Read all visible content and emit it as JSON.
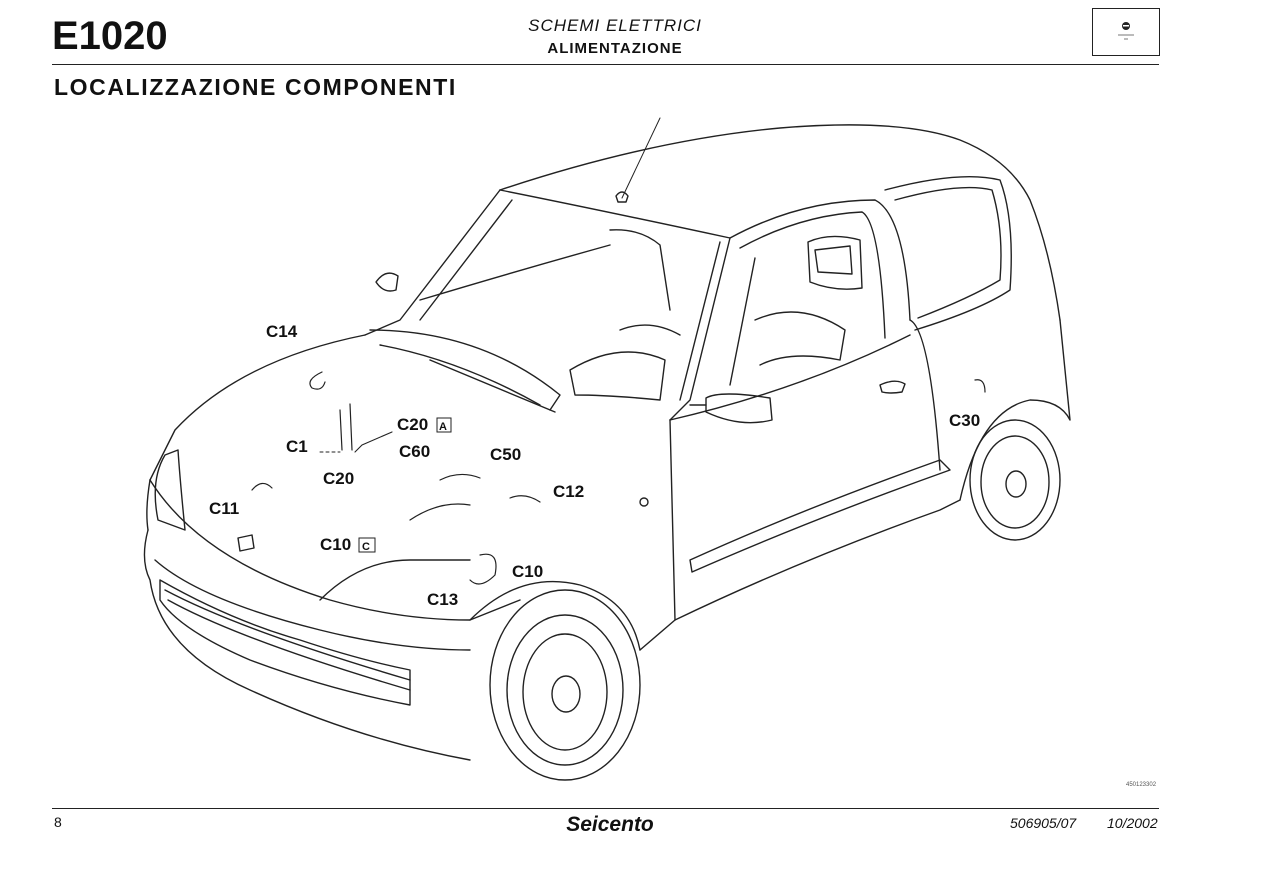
{
  "header": {
    "code": "E1020",
    "section": "SCHEMI ELETTRICI",
    "subsection": "ALIMENTAZIONE",
    "logo_icon": "fiat-emblem-icon"
  },
  "page_title": "LOCALIZZAZIONE COMPONENTI",
  "figure": {
    "subject": "car-line-drawing",
    "labels": [
      {
        "id": "c14",
        "text": "C14"
      },
      {
        "id": "c1",
        "text": "C1"
      },
      {
        "id": "c20a",
        "text": "C20",
        "tag": "A"
      },
      {
        "id": "c20",
        "text": "C20"
      },
      {
        "id": "c60",
        "text": "C60"
      },
      {
        "id": "c50",
        "text": "C50"
      },
      {
        "id": "c11",
        "text": "C11"
      },
      {
        "id": "c12",
        "text": "C12"
      },
      {
        "id": "c10c",
        "text": "C10",
        "tag": "C"
      },
      {
        "id": "c10",
        "text": "C10"
      },
      {
        "id": "c13",
        "text": "C13"
      },
      {
        "id": "c30",
        "text": "C30"
      }
    ],
    "drawing_ref": "450123302"
  },
  "footer": {
    "page_number": "8",
    "brand": "Seicento",
    "doc_ref": "506905/07",
    "date": "10/2002"
  }
}
